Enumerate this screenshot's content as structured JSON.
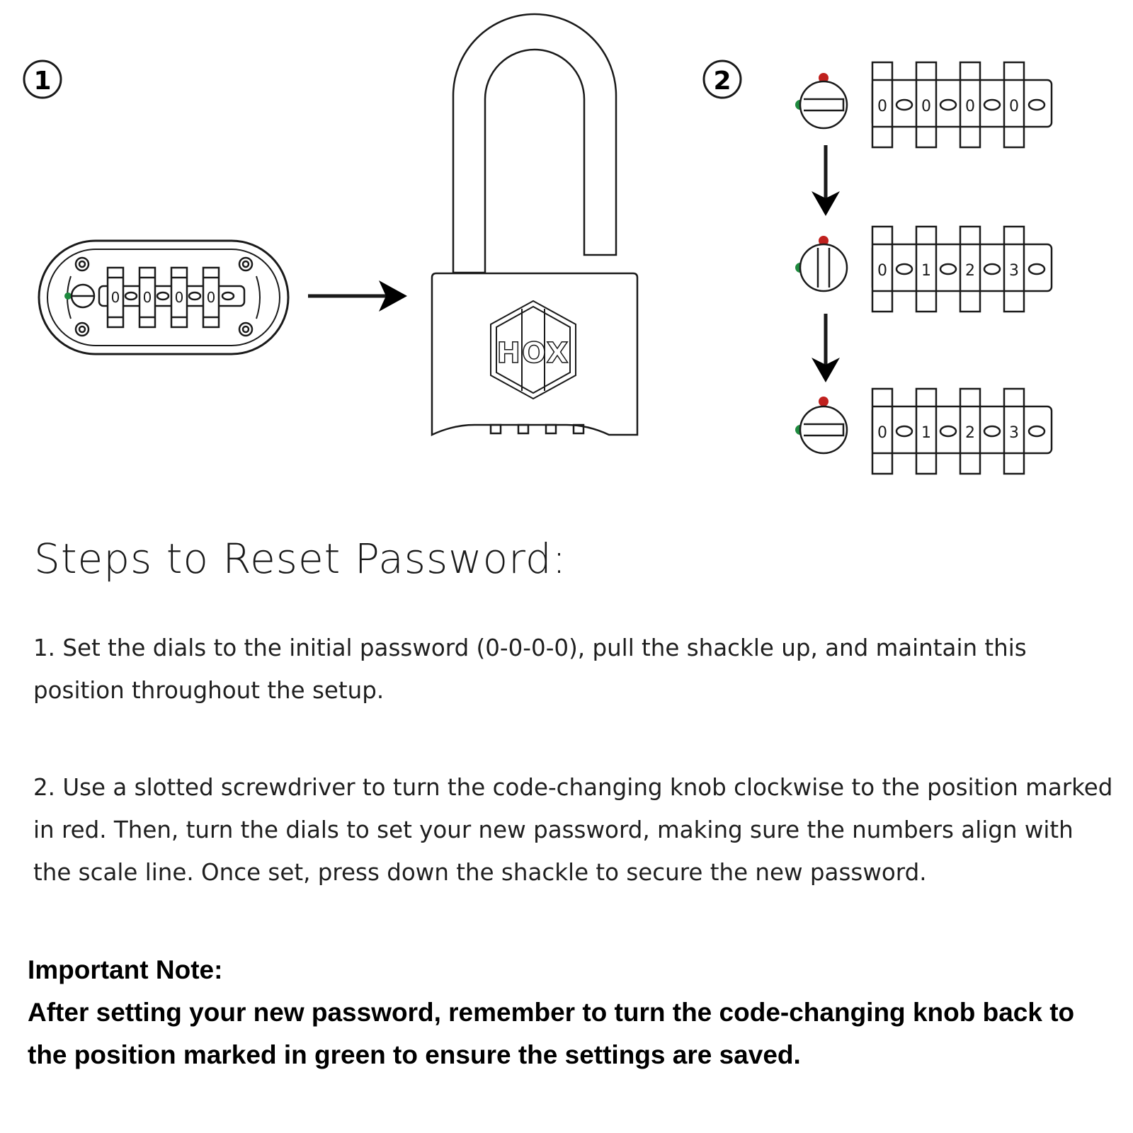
{
  "diagram": {
    "step_markers": [
      "1",
      "2"
    ],
    "brand_mark": "HOX",
    "dial_rows": [
      [
        "0",
        "0",
        "0",
        "0"
      ],
      [
        "0",
        "1",
        "2",
        "3"
      ],
      [
        "0",
        "1",
        "2",
        "3"
      ]
    ],
    "bottom_dials": [
      "0",
      "0",
      "0",
      "0"
    ],
    "colors": {
      "red_marker": "#c0211e",
      "green_marker": "#1e8a3e",
      "line": "#1a1a1a"
    }
  },
  "instructions": {
    "heading": "Steps to Reset Password:",
    "step1": "1. Set the dials to the initial password (0-0-0-0), pull the shackle up, and maintain this position throughout the setup.",
    "step2": "2. Use a slotted screwdriver to turn the code-changing knob clockwise to the position marked in red. Then, turn the dials to set your new password, making sure the numbers align with the scale line. Once set, press down the shackle to secure the new password."
  },
  "note": {
    "title": "Important Note:",
    "body": "After setting your new password, remember to turn the code-changing knob back to the position marked in green to ensure the settings are saved."
  }
}
